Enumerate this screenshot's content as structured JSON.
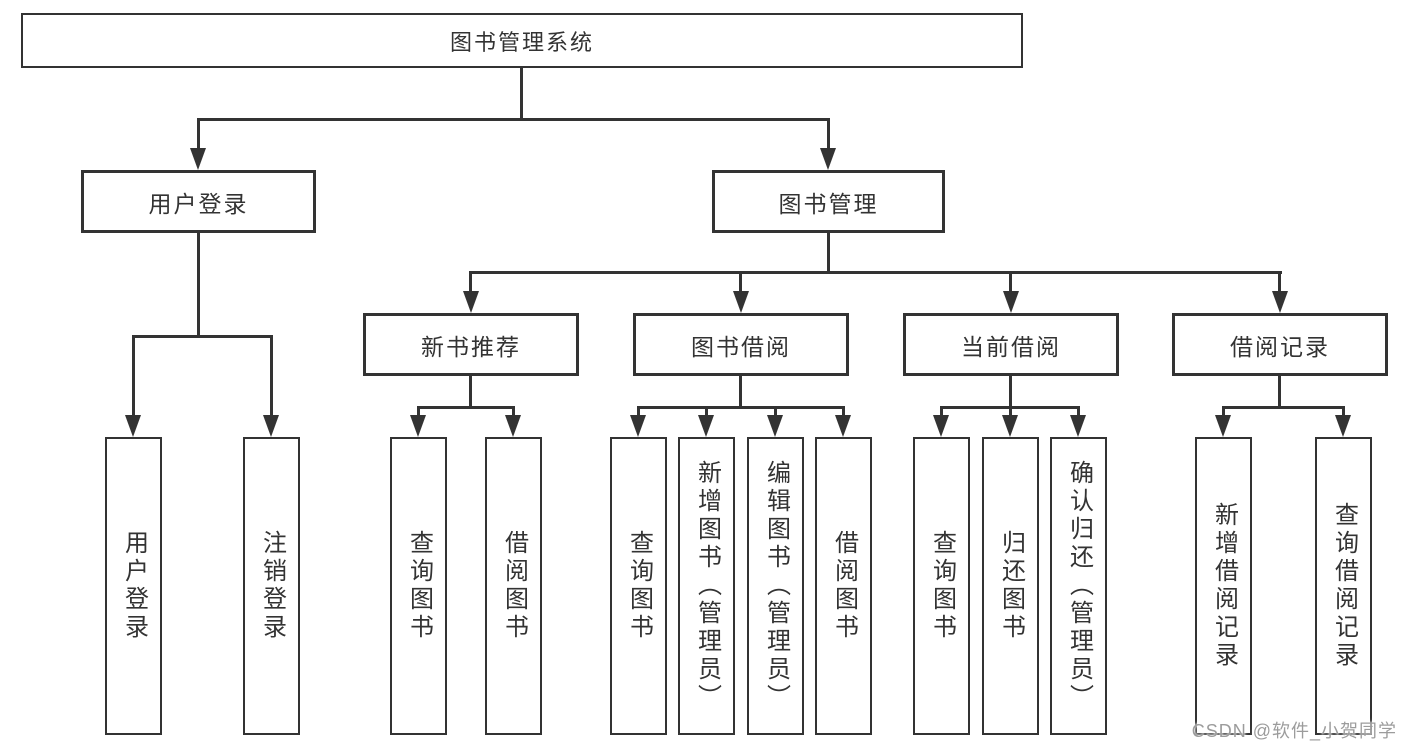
{
  "tree": {
    "root": "图书管理系统",
    "branches": [
      {
        "label": "用户登录",
        "children": [
          "用户登录",
          "注销登录"
        ]
      },
      {
        "label": "图书管理",
        "groups": [
          {
            "label": "新书推荐",
            "children": [
              "查询图书",
              "借阅图书"
            ]
          },
          {
            "label": "图书借阅",
            "children": [
              "查询图书",
              "新增图书（管理员）",
              "编辑图书（管理员）",
              "借阅图书"
            ]
          },
          {
            "label": "当前借阅",
            "children": [
              "查询图书",
              "归还图书",
              "确认归还（管理员）"
            ]
          },
          {
            "label": "借阅记录",
            "children": [
              "新增借阅记录",
              "查询借阅记录"
            ]
          }
        ]
      }
    ]
  },
  "watermark": "CSDN @软件_小贺同学",
  "colors": {
    "line": "#333333",
    "text": "#333333",
    "background": "#ffffff",
    "watermark": "#9c9c9c"
  }
}
